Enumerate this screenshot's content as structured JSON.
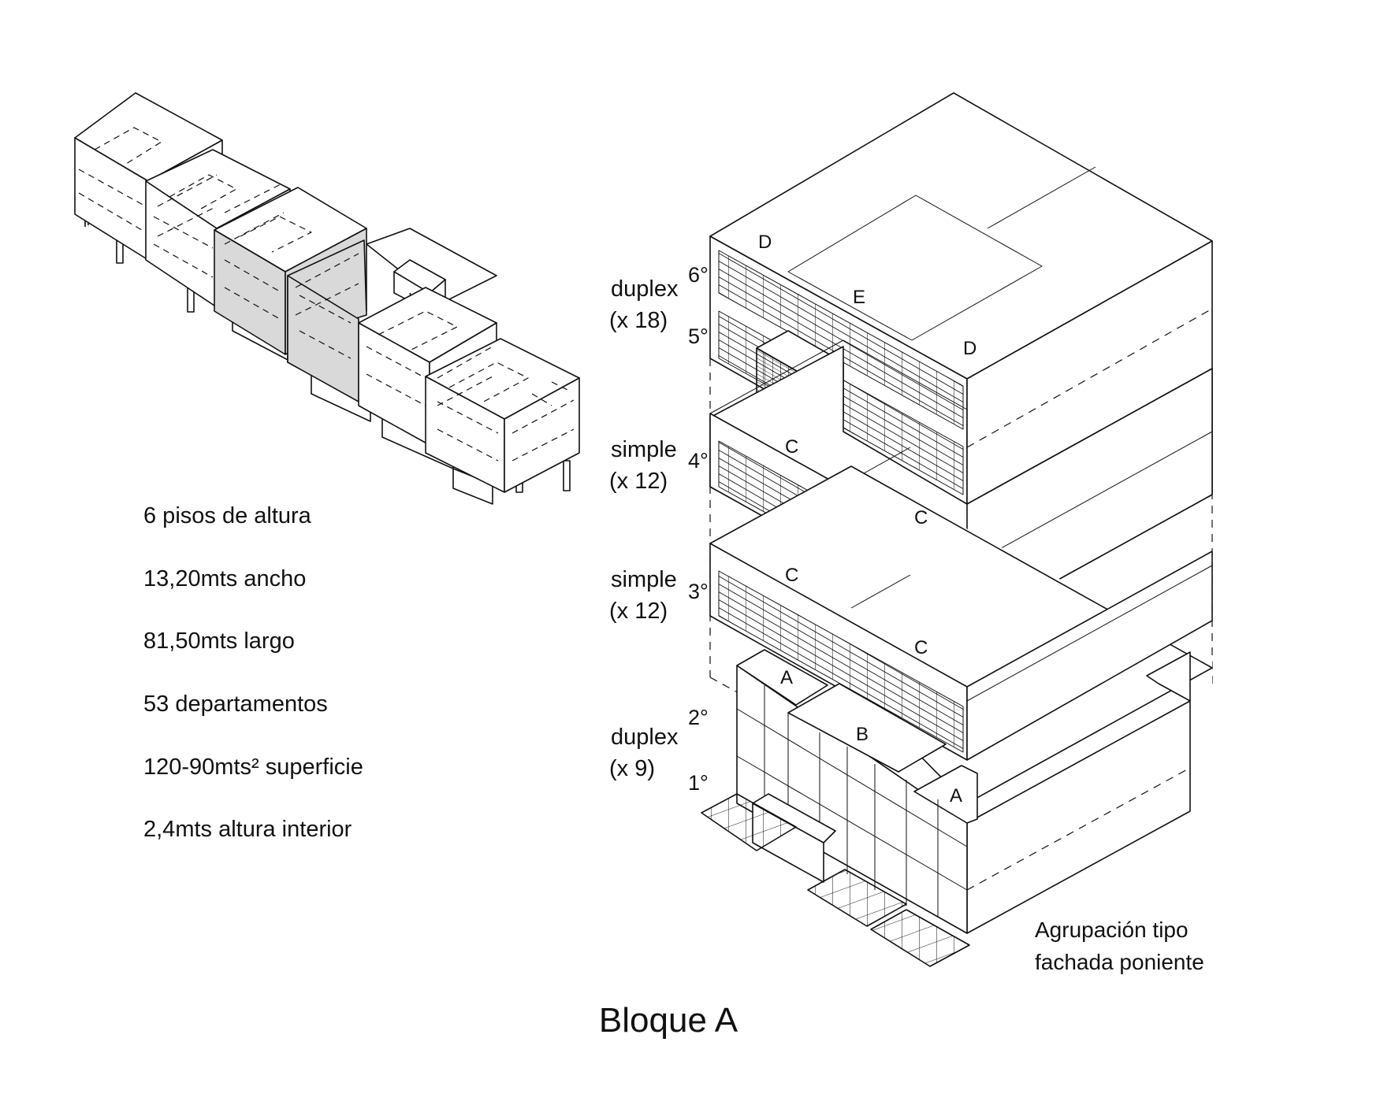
{
  "specs": [
    "6 pisos de altura",
    "13,20mts ancho",
    "81,50mts largo",
    "53 departamentos",
    "120-90mts² superficie",
    "2,4mts altura interior"
  ],
  "levels": [
    {
      "type": "duplex",
      "count": "(x 18)"
    },
    {
      "type": "simple",
      "count": "(x 12)"
    },
    {
      "type": "simple",
      "count": "(x 12)"
    },
    {
      "type": "duplex",
      "count": "(x 9)"
    }
  ],
  "floors": [
    "6°",
    "5°",
    "4°",
    "3°",
    "2°",
    "1°"
  ],
  "units": {
    "d1": "D",
    "e": "E",
    "d2": "D",
    "c1": "C",
    "c2": "C",
    "c3": "C",
    "c4": "C",
    "a1": "A",
    "b": "B",
    "a2": "A"
  },
  "caption": {
    "line1": "Agrupación tipo",
    "line2": "fachada poniente"
  },
  "title": "Bloque A",
  "colors": {
    "line": "#111111",
    "highlight": "#d9d9d9",
    "paper": "#ffffff"
  }
}
